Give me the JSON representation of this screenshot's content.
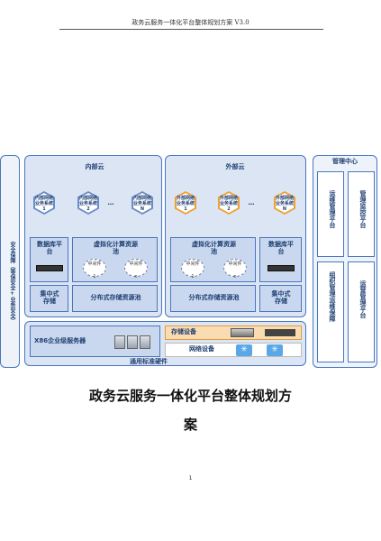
{
  "header": {
    "text": "政务云服务一体化平台整体规划方案 V3.0"
  },
  "diagram": {
    "left_bar": "安全保障（等保安全+业务安全）",
    "inner_cloud": {
      "label": "内部云",
      "systems": [
        {
          "line1": "内部网络",
          "line2": "业务系统",
          "num": "1"
        },
        {
          "line1": "内部网络",
          "line2": "业务系统",
          "num": "2"
        },
        {
          "line1": "内部网络",
          "line2": "业务系统",
          "num": "N"
        }
      ],
      "db_label": "数据库平台",
      "storage_label": "集中式存储",
      "virt_label": "虚拟化计算资源池",
      "middleware": [
        {
          "label": "中间件",
          "num": "1"
        },
        {
          "label": "中间件",
          "num": "n"
        }
      ],
      "dist_storage": "分布式存储资源池"
    },
    "outer_cloud": {
      "label": "外部云",
      "systems": [
        {
          "line1": "外部网络",
          "line2": "业务系统",
          "num": "1"
        },
        {
          "line1": "外部网络",
          "line2": "业务系统",
          "num": "2"
        },
        {
          "line1": "外部网络",
          "line2": "业务系统",
          "num": "N"
        }
      ],
      "db_label": "数据库平台",
      "storage_label": "集中式存储",
      "virt_label": "虚拟化计算资源池",
      "middleware": [
        {
          "label": "中间件",
          "num": "1"
        },
        {
          "label": "中间件",
          "num": "n"
        }
      ],
      "dist_storage": "分布式存储资源池"
    },
    "ellipsis": "…",
    "hardware": {
      "x86": "X86企业级服务器",
      "storage_dev": "存储设备",
      "network_dev": "网络设备",
      "caption": "通用标准硬件"
    },
    "mgmt": {
      "title": "管理中心",
      "items": [
        "运维管理平台",
        "管理监控平台",
        "组织管理运维保障",
        "运营管理平台"
      ]
    },
    "colors": {
      "blue": "#4a76c0",
      "panel": "#dbe5f3",
      "orange": "#f0a030",
      "sub": "#c9d8ee"
    }
  },
  "title": {
    "line1": "政务云服务一体化平台整体规划方",
    "line2": "案"
  },
  "page_number": "1"
}
